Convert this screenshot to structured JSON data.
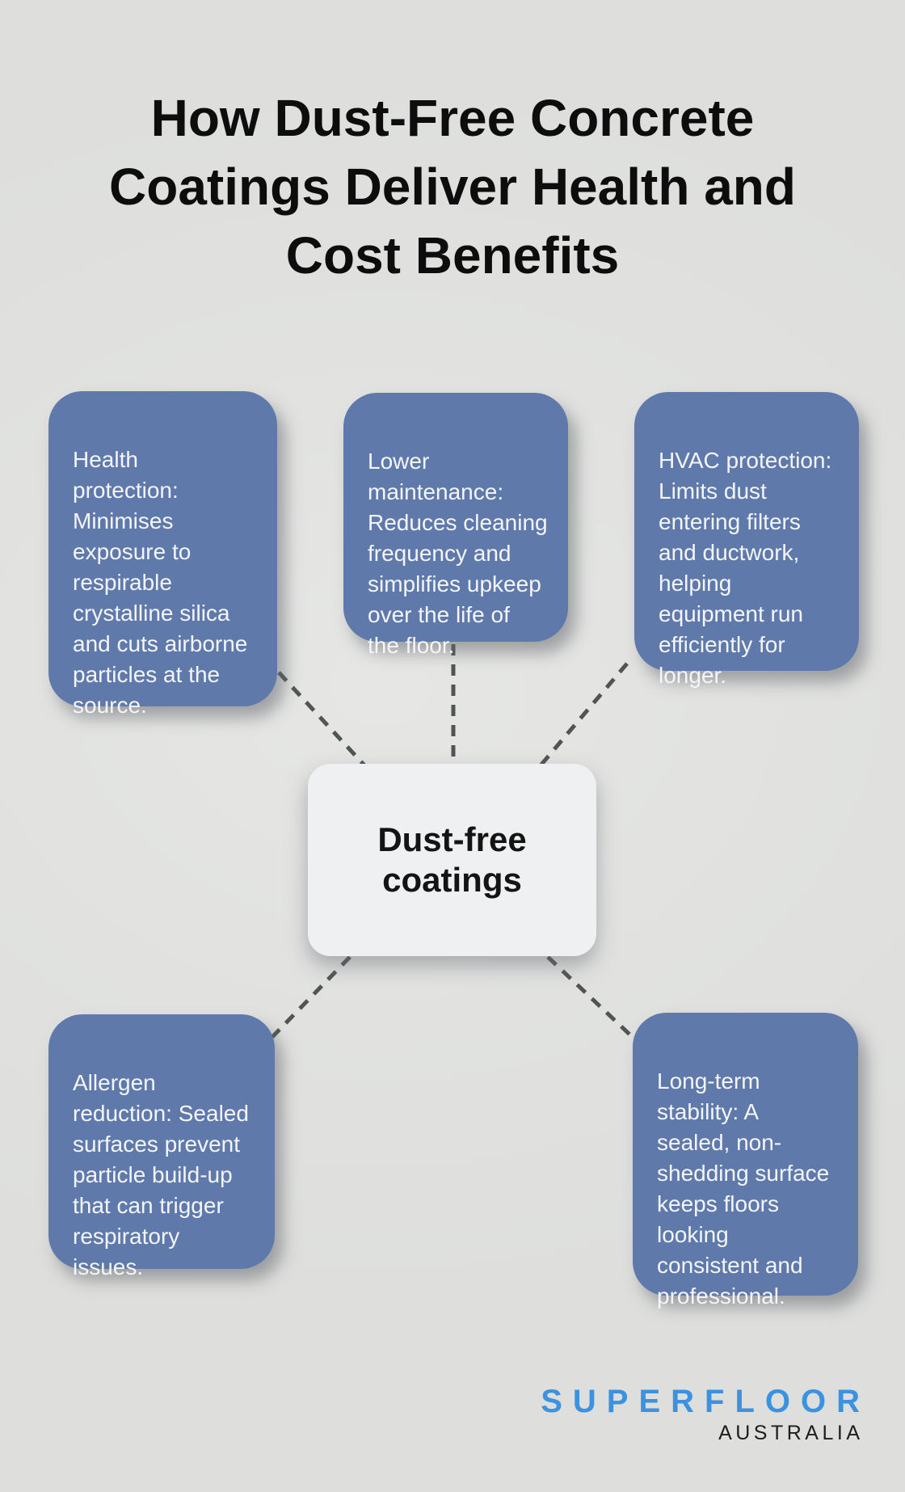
{
  "title": "How Dust-Free Concrete\nCoatings Deliver Health and\nCost Benefits",
  "center_node": {
    "label": "Dust-free\ncoatings"
  },
  "benefits": [
    {
      "name": "health-protection",
      "text": "Health\nprotection:\nMinimises\nexposure to\nrespirable\ncrystalline silica\nand cuts airborne\nparticles at the\nsource."
    },
    {
      "name": "lower-maintenance",
      "text": "Lower\nmaintenance:\nReduces cleaning\nfrequency and\nsimplifies upkeep\nover the life of\nthe floor."
    },
    {
      "name": "hvac-protection",
      "text": "HVAC protection:\nLimits dust\nentering filters\nand ductwork,\nhelping\nequipment run\nefficiently for\nlonger."
    },
    {
      "name": "allergen-reduction",
      "text": "Allergen\nreduction: Sealed\nsurfaces prevent\nparticle build-up\nthat can trigger\nrespiratory\nissues."
    },
    {
      "name": "long-term-stability",
      "text": "Long-term\nstability: A\nsealed, non-\nshedding surface\nkeeps floors\nlooking\nconsistent and\nprofessional."
    }
  ],
  "logo": {
    "brand": "SUPERFLOOR",
    "region": "AUSTRALIA"
  },
  "colors": {
    "background": "#e1e2e0",
    "card_fill": "#5f79ab",
    "card_text": "#f3f5f9",
    "center_fill": "#eff0f2",
    "center_text": "#141414",
    "connector": "#505554",
    "title_text": "#0d0d0d",
    "logo_blue": "#3a92e0",
    "logo_dark": "#1d1d1d"
  }
}
